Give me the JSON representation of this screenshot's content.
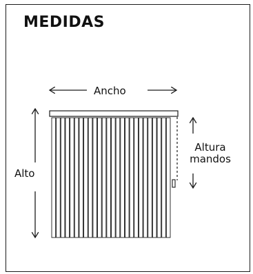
{
  "title": "MEDIDAS",
  "labels": {
    "width": "Ancho",
    "height": "Alto",
    "controls_line1": "Altura",
    "controls_line2": "mandos"
  },
  "colors": {
    "stroke": "#1a1a1a",
    "background": "#ffffff"
  },
  "blind": {
    "slat_count": 26
  }
}
